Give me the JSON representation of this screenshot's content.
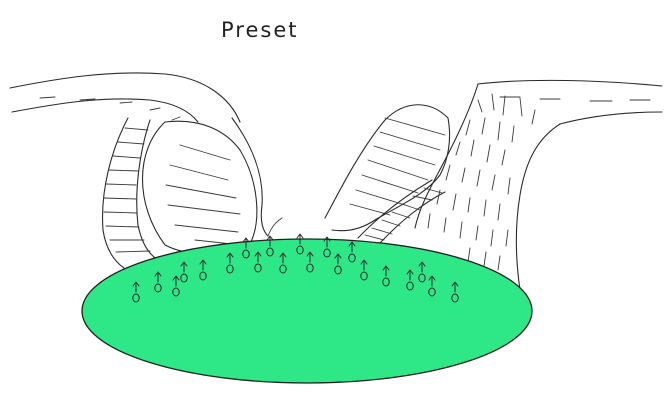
{
  "title": "Preset",
  "colors": {
    "sheet": "#ffffff",
    "ink": "#2b2b2b",
    "ellipse_fill": "#2ee887",
    "ellipse_stroke": "#222222"
  },
  "icons": {
    "growth_marker": "upward-arrow-with-small-circle",
    "growth_marker_count": 21
  }
}
